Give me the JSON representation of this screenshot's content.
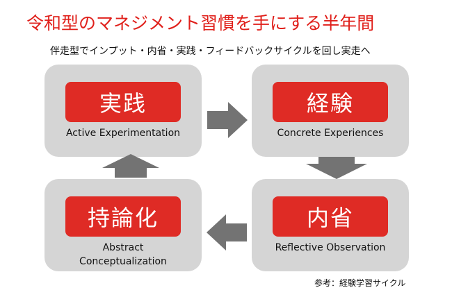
{
  "title": "令和型のマネジメント習慣を手にする半年間",
  "subtitle": "伴走型でインプット・内省・実践・フィードバックサイクルを回し実走へ",
  "stages": [
    {
      "ja": "実践",
      "en": "Active Experimentation"
    },
    {
      "ja": "経験",
      "en": "Concrete Experiences"
    },
    {
      "ja": "内省",
      "en": "Reflective Observation"
    },
    {
      "ja": "持論化",
      "en": "Abstract Conceptualization"
    }
  ],
  "reference": "参考：経験学習サイクル",
  "colors": {
    "title": "#e0201b",
    "stage_box": "#df2b25",
    "card": "#d5d5d5",
    "arrow": "#737373"
  },
  "icons": [
    "arrow-right-icon",
    "arrow-down-icon",
    "arrow-left-icon",
    "arrow-up-icon"
  ]
}
